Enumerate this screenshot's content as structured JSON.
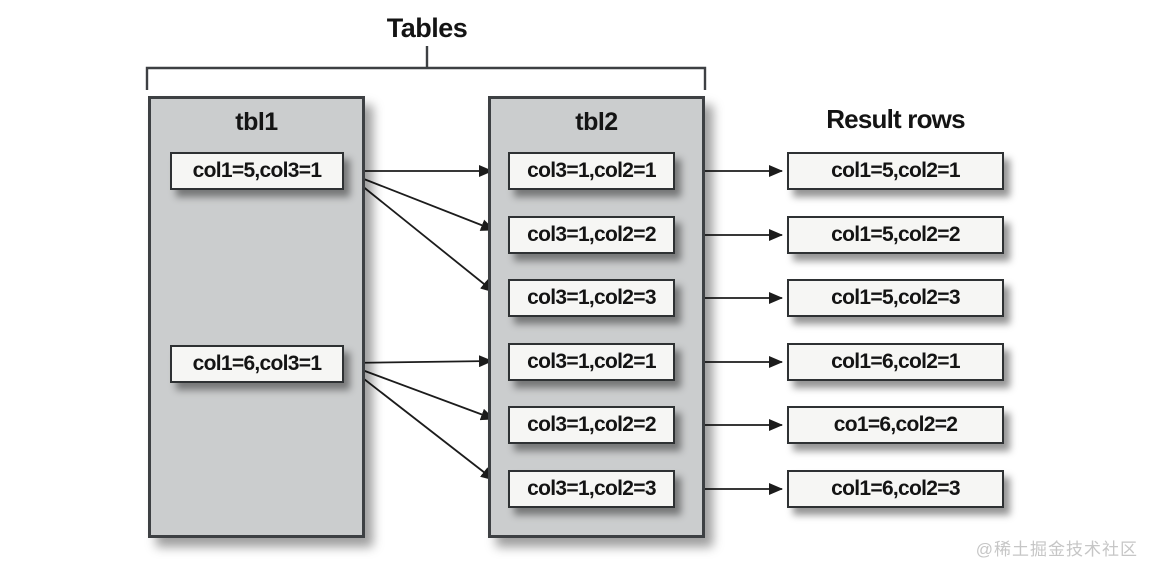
{
  "diagram_title": "Tables",
  "tbl1": {
    "title": "tbl1",
    "rows": [
      "col1=5,col3=1",
      "col1=6,col3=1"
    ]
  },
  "tbl2": {
    "title": "tbl2",
    "rows": [
      "col3=1,col2=1",
      "col3=1,col2=2",
      "col3=1,col2=3",
      "col3=1,col2=1",
      "col3=1,col2=2",
      "col3=1,col2=3"
    ]
  },
  "result": {
    "title": "Result rows",
    "rows": [
      "col1=5,col2=1",
      "col1=5,col2=2",
      "col1=5,col2=3",
      "col1=6,col2=1",
      "co1=6,col2=2",
      "col1=6,col2=3"
    ]
  },
  "watermark": "@稀土掘金技术社区",
  "colors": {
    "panel_fill": "#cbcdce",
    "panel_border": "#3d4043",
    "row_fill": "#f6f6f4",
    "row_border": "#2e3133",
    "arrow": "#1c1c1c",
    "watermark": "#c6c6c6"
  }
}
